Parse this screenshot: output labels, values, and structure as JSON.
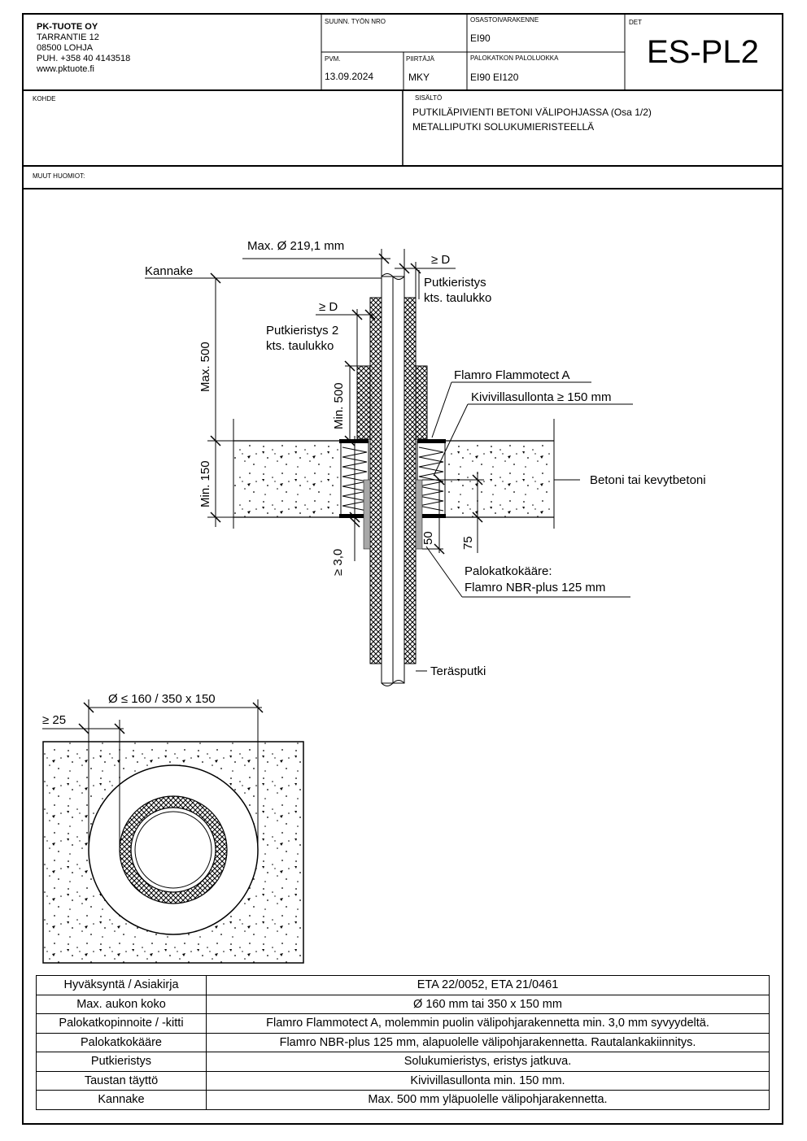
{
  "title_block": {
    "company": "PK-TUOTE OY",
    "address_lines": [
      "TARRANTIE 12",
      "08500 LOHJA",
      "PUH. +358 40 4143518",
      "www.pktuote.fi"
    ],
    "work_no_label": "SUUNN. TYÖN NRO",
    "structure_label": "OSASTOIVARAKENNE",
    "structure_value": "EI90",
    "det_label": "DET",
    "det_value": "ES-PL2",
    "date_label": "PVM.",
    "date_value": "13.09.2024",
    "drawer_label": "PIIRTÄJÄ",
    "drawer_value": "MKY",
    "class_label": "PALOKATKON PALOLUOKKA",
    "class_value": "EI90 EI120",
    "target_label": "KOHDE",
    "content_label": "SISÄLTÖ",
    "content_lines": [
      "PUTKILÄPIVIENTI BETONI VÄLIPOHJASSA (Osa 1/2)",
      "METALLIPUTKI SOLUKUMIERISTEELLÄ"
    ],
    "notes_label": "MUUT HUOMIOT:"
  },
  "section_labels": {
    "max_diameter": "Max. Ø 219,1 mm",
    "ge_d_right": "≥ D",
    "kannake": "Kannake",
    "putkieristys": "Putkieristys",
    "kts_taulukko": "kts. taulukko",
    "ge_d_left": "≥ D",
    "putkieristys2": "Putkieristys 2",
    "kts_taulukko2": "kts. taulukko",
    "max500": "Max. 500",
    "min500": "Min. 500",
    "min150": "Min. 150",
    "flamro_coating": "Flamro Flammotect A",
    "mineral_wool": "Kivivillasullonta ≥ 150 mm",
    "concrete": "Betoni tai kevytbetoni",
    "depth_30": "≥ 3,0",
    "dim50": "50",
    "dim75": "75",
    "wrap_label1": "Palokatkokääre:",
    "wrap_label2": "Flamro NBR-plus 125 mm",
    "steel_pipe": "Teräsputki"
  },
  "plan_labels": {
    "opening": "Ø ≤ 160 / 350 x 150",
    "ge25": "≥ 25"
  },
  "spec_table": [
    {
      "key": "Hyväksyntä / Asiakirja",
      "value": "ETA 22/0052, ETA 21/0461"
    },
    {
      "key": "Max. aukon koko",
      "value": "Ø 160 mm tai 350 x 150 mm"
    },
    {
      "key": "Palokatkopinnoite / -kitti",
      "value": "Flamro Flammotect A, molemmin puolin välipohjarakennetta min. 3,0 mm syvyydeltä."
    },
    {
      "key": "Palokatkokääre",
      "value": "Flamro NBR-plus 125 mm, alapuolelle välipohjarakennetta. Rautalankakiinnitys."
    },
    {
      "key": "Putkieristys",
      "value": "Solukumieristys, eristys jatkuva."
    },
    {
      "key": "Taustan täyttö",
      "value": "Kivivillasullonta min. 150 mm."
    },
    {
      "key": "Kannake",
      "value": "Max. 500 mm yläpuolelle välipohjarakennetta."
    }
  ]
}
